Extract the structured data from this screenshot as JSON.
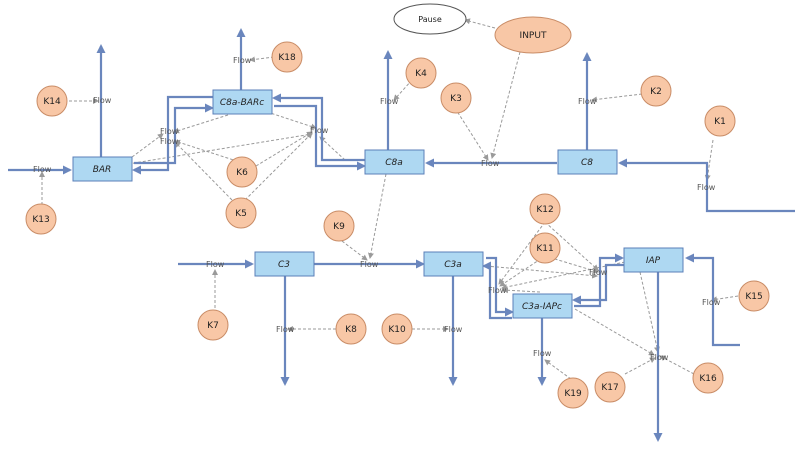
{
  "pause": "Pause",
  "input": "INPUT",
  "flow_label": "Flow",
  "boxes": {
    "bar": "BAR",
    "c8a_barc": "C8a-BARc",
    "c8a": "C8a",
    "c8": "C8",
    "c3": "C3",
    "c3a": "C3a",
    "iap": "IAP",
    "c3a_iapc": "C3a-IAPc"
  },
  "params": {
    "k1": "K1",
    "k2": "K2",
    "k3": "K3",
    "k4": "K4",
    "k5": "K5",
    "k6": "K6",
    "k7": "K7",
    "k8": "K8",
    "k9": "K9",
    "k10": "K10",
    "k11": "K11",
    "k12": "K12",
    "k13": "K13",
    "k14": "K14",
    "k15": "K15",
    "k16": "K16",
    "k17": "K17",
    "k18": "K18",
    "k19": "K19"
  },
  "colors": {
    "box_fill": "#aed8f2",
    "param_fill": "#f8c7a6",
    "flow_line": "#6a86bd",
    "dashed_link": "#9a9a9a"
  }
}
